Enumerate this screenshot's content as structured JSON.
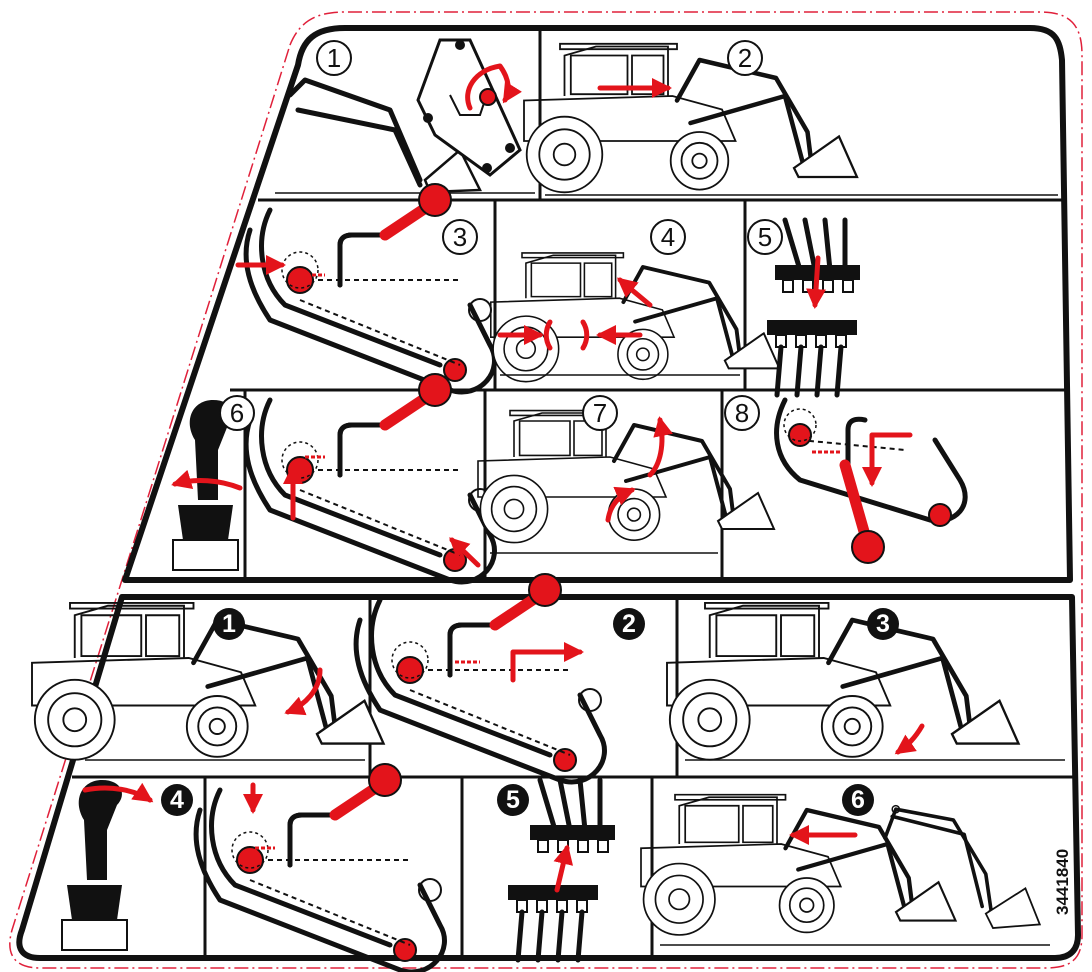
{
  "steps_top": [
    "1",
    "2",
    "3",
    "4",
    "5",
    "6",
    "7",
    "8"
  ],
  "steps_bottom": [
    "1",
    "2",
    "3",
    "4",
    "5",
    "6"
  ],
  "part_number": "3441840",
  "colors": {
    "accent": "#e3141b",
    "ink": "#111111",
    "border_dash": "#e0203a",
    "background": "#ffffff"
  },
  "icons": [
    "tractor-icon",
    "loader-arm-icon",
    "lock-lever-icon",
    "joystick-icon",
    "hydraulic-coupler-icon",
    "arrow-icon"
  ]
}
